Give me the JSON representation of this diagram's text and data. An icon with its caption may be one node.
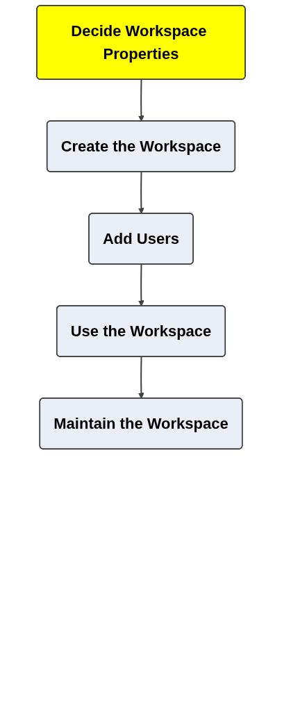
{
  "diagram": {
    "nodes": [
      {
        "text": [
          "Decide Workspace Properties"
        ]
      },
      {
        "text": [
          "Create the Workspace"
        ]
      },
      {
        "text": [
          "Add Users"
        ]
      },
      {
        "text": [
          "Use the Workspace"
        ]
      },
      {
        "text": [
          "Maintain the Workspace"
        ]
      }
    ],
    "edges": [
      {
        "from": 0,
        "to": 1,
        "arrow": "to"
      },
      {
        "from": 1,
        "to": 2,
        "arrow": "to"
      },
      {
        "from": 2,
        "to": 3,
        "arrow": "to"
      },
      {
        "from": 3,
        "to": 4,
        "arrow": "to"
      }
    ]
  }
}
